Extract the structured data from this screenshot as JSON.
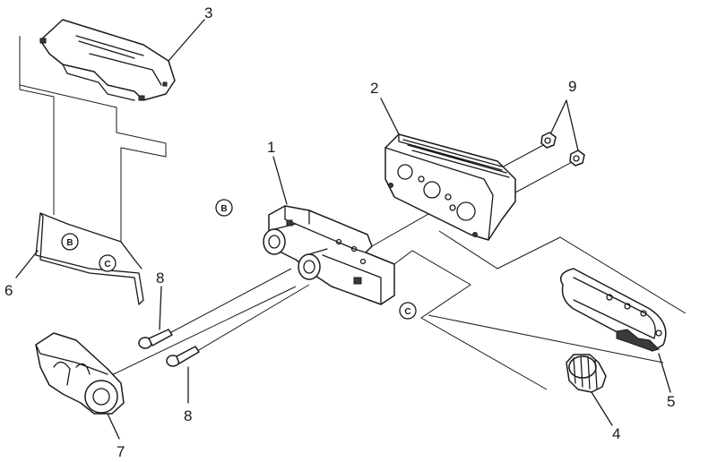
{
  "callouts": {
    "p1": "1",
    "p2": "2",
    "p3": "3",
    "p4": "4",
    "p5": "5",
    "p6": "6",
    "p7": "7",
    "p8a": "8",
    "p8b": "8",
    "p9": "9"
  },
  "refs": {
    "b1": "B",
    "b2": "B",
    "c1": "C",
    "c2": "C"
  }
}
